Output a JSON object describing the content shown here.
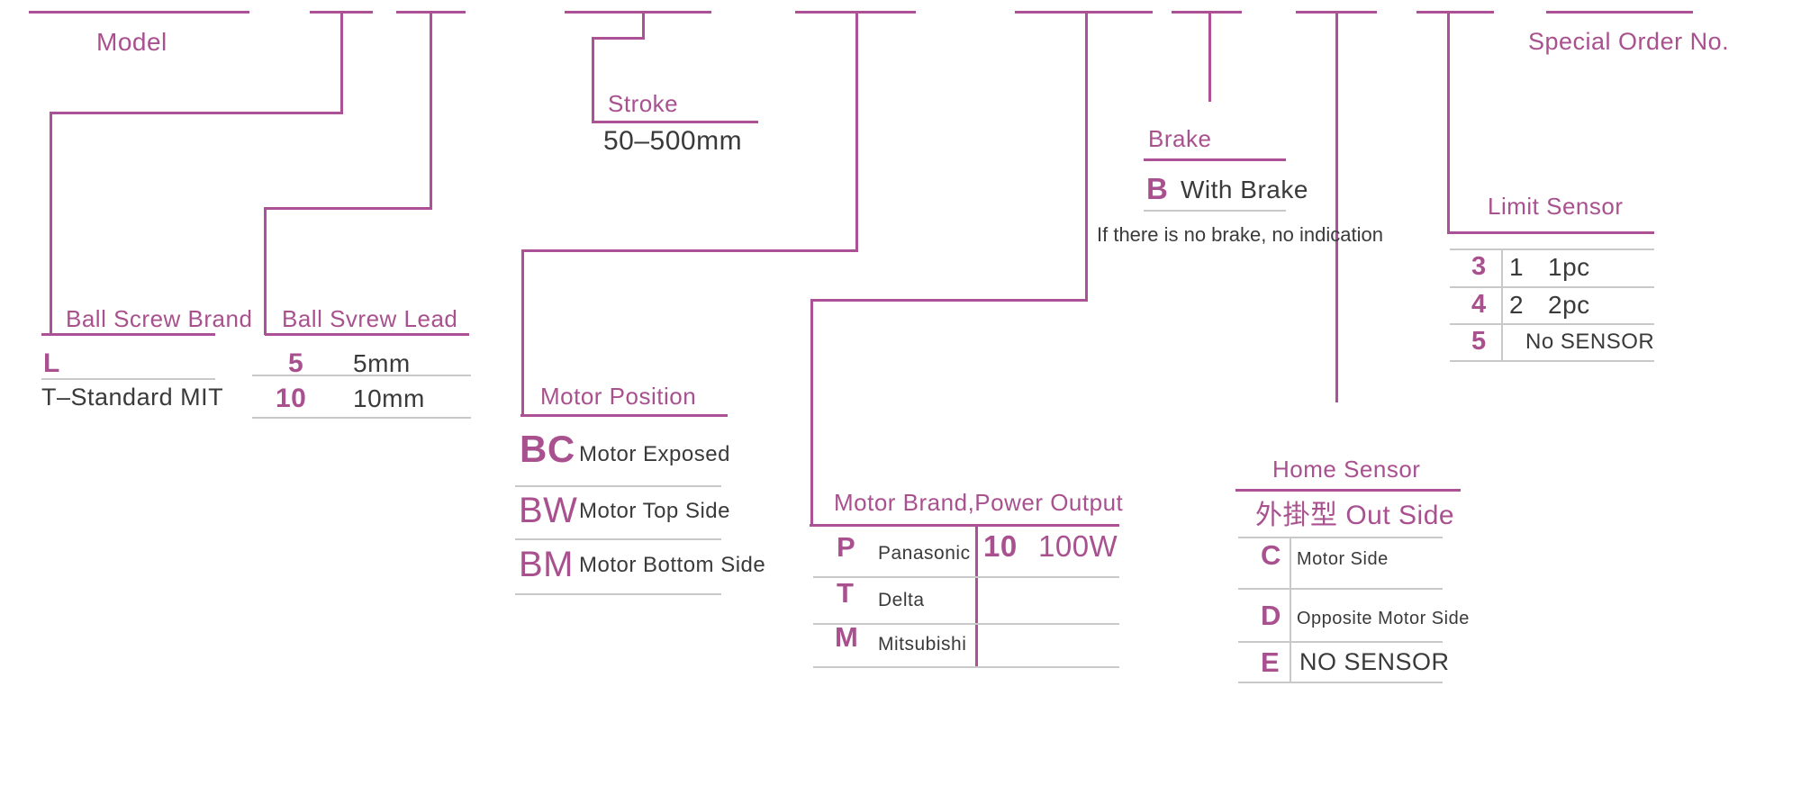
{
  "colors": {
    "accent_magenta": "#A9518F",
    "line_magenta": "#AC5196",
    "dark_text": "#3A3A3A",
    "separator_gray": "#C9C9C9"
  },
  "diagram": {
    "model": {
      "label": "Model"
    },
    "special_order": {
      "label": "Special Order No."
    },
    "ball_screw_brand": {
      "label": "Ball Screw Brand",
      "code": "L",
      "description": "T–Standard MIT"
    },
    "ball_screw_lead": {
      "label": "Ball Svrew Lead",
      "rows": [
        {
          "code": "5",
          "value": "5mm"
        },
        {
          "code": "10",
          "value": "10mm"
        }
      ]
    },
    "stroke": {
      "label": "Stroke",
      "value": "50–500mm"
    },
    "motor_position": {
      "label": "Motor Position",
      "rows": [
        {
          "code": "BC",
          "value": "Motor Exposed"
        },
        {
          "code": "BW",
          "value": "Motor Top Side"
        },
        {
          "code": "BM",
          "value": "Motor Bottom Side"
        }
      ]
    },
    "motor_brand": {
      "label": "Motor Brand,Power Output",
      "rows": [
        {
          "code": "P",
          "value": "Panasonic"
        },
        {
          "code": "T",
          "value": "Delta"
        },
        {
          "code": "M",
          "value": "Mitsubishi"
        }
      ],
      "power": {
        "code": "10",
        "value": "100W"
      }
    },
    "brake": {
      "label": "Brake",
      "code": "B",
      "value": "With Brake",
      "note": "If there is no brake, no indication"
    },
    "home_sensor": {
      "label": "Home Sensor",
      "subtitle": "外掛型 Out Side",
      "rows": [
        {
          "code": "C",
          "value": "Motor Side"
        },
        {
          "code": "D",
          "value": "Opposite Motor Side"
        },
        {
          "code": "E",
          "value": "NO SENSOR"
        }
      ]
    },
    "limit_sensor": {
      "label": "Limit Sensor",
      "rows": [
        {
          "code": "3",
          "qty": "1",
          "value": "1pc"
        },
        {
          "code": "4",
          "qty": "2",
          "value": "2pc"
        },
        {
          "code": "5",
          "qty": "",
          "value": "No SENSOR"
        }
      ]
    }
  }
}
